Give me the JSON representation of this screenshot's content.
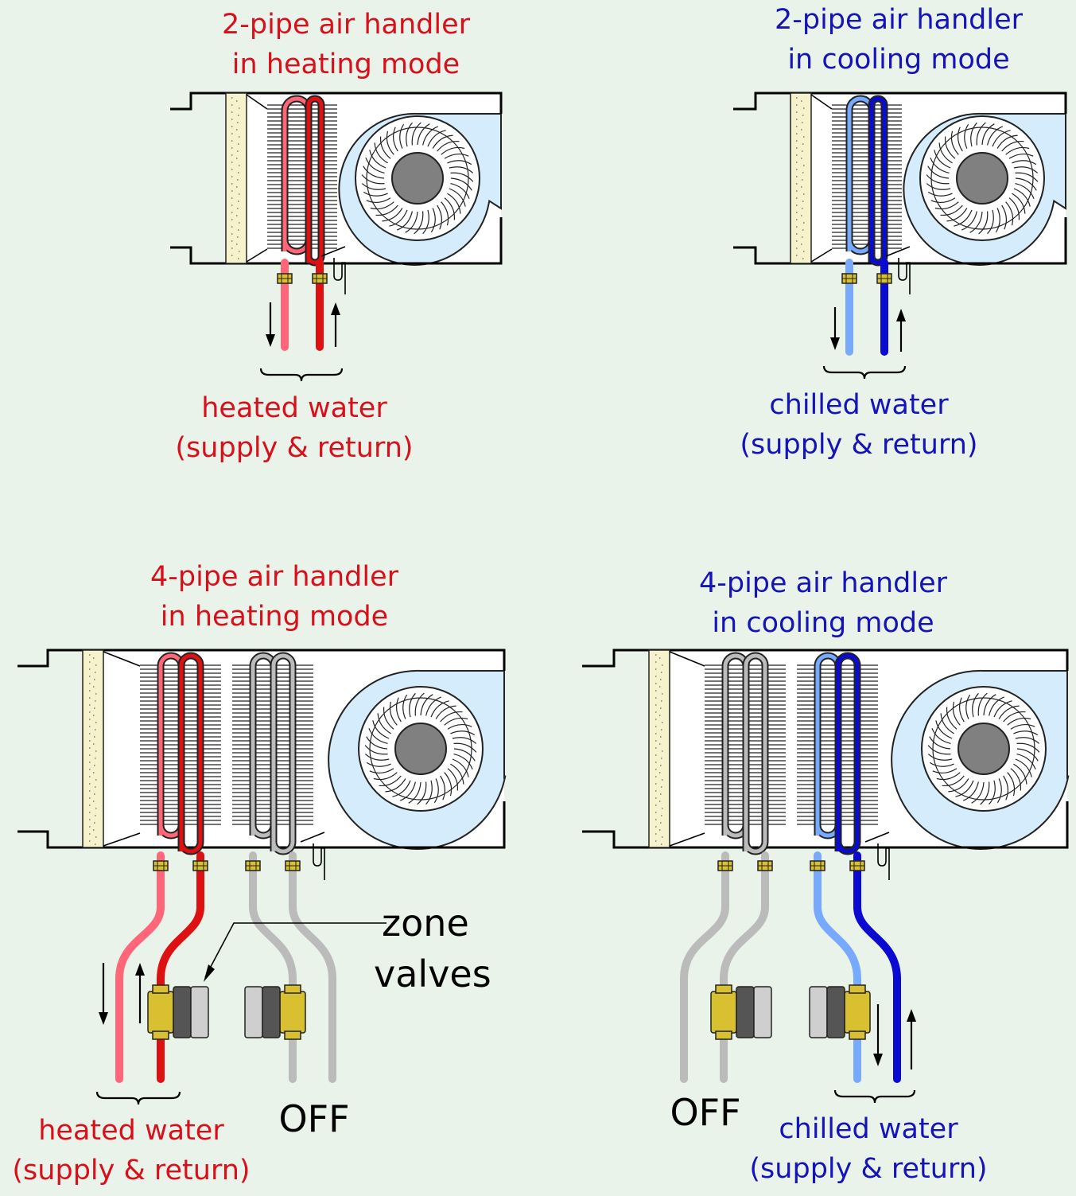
{
  "colors": {
    "background": "#e9f3e9",
    "heat_supply": "#ff6677",
    "heat_return": "#dd1111",
    "cool_supply": "#77aaff",
    "cool_return": "#0a0ad0",
    "off_pipe": "#bbbbbb",
    "blower_housing": "#d4ecfb",
    "filter": "#f6f3cc",
    "fitting": "#d8c030"
  },
  "panels": {
    "tl": {
      "title": "2-pipe air handler",
      "mode": "in heating mode",
      "water": "heated water",
      "supply_return": "(supply & return)"
    },
    "tr": {
      "title": "2-pipe air handler",
      "mode": "in cooling mode",
      "water": "chilled water",
      "supply_return": "(supply & return)"
    },
    "bl": {
      "title": "4-pipe air handler",
      "mode": "in heating mode",
      "water": "heated water",
      "supply_return": "(supply & return)",
      "off": "OFF"
    },
    "br": {
      "title": "4-pipe air handler",
      "mode": "in cooling mode",
      "water": "chilled water",
      "supply_return": "(supply & return)",
      "off": "OFF"
    }
  },
  "callout": {
    "line1": "zone",
    "line2": "valves"
  }
}
